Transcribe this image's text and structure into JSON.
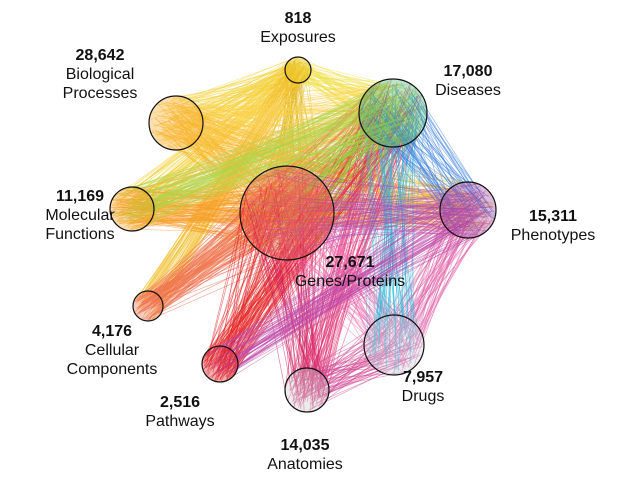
{
  "nodes": [
    {
      "id": "exposures",
      "count": "818",
      "label": [
        "Exposures"
      ],
      "color": "#e6c21a"
    },
    {
      "id": "biological-processes",
      "count": "28,642",
      "label": [
        "Biological",
        "Processes"
      ],
      "color": "#f7a41c"
    },
    {
      "id": "diseases",
      "count": "17,080",
      "label": [
        "Diseases"
      ],
      "color": "#3cb371"
    },
    {
      "id": "molecular-functions",
      "count": "11,169",
      "label": [
        "Molecular",
        "Functions"
      ],
      "color": "#f59a1e"
    },
    {
      "id": "genes-proteins",
      "count": "27,671",
      "label": [
        "Genes/Proteins"
      ],
      "color": "#e94b3c"
    },
    {
      "id": "phenotypes",
      "count": "15,311",
      "label": [
        "Phenotypes"
      ],
      "color": "#9b3f9b"
    },
    {
      "id": "cellular-components",
      "count": "4,176",
      "label": [
        "Cellular",
        "Components"
      ],
      "color": "#ef6a4a"
    },
    {
      "id": "pathways",
      "count": "2,516",
      "label": [
        "Pathways"
      ],
      "color": "#e01010"
    },
    {
      "id": "drugs",
      "count": "7,957",
      "label": [
        "Drugs"
      ],
      "color": "#c8c8d8"
    },
    {
      "id": "anatomies",
      "count": "14,035",
      "label": [
        "Anatomies"
      ],
      "color": "#c8c8c8"
    }
  ],
  "edges": [
    {
      "from": "exposures",
      "to": "genes-proteins",
      "color": "#d8b21c"
    },
    {
      "from": "exposures",
      "to": "biological-processes",
      "color": "#f2d23a"
    },
    {
      "from": "exposures",
      "to": "diseases",
      "color": "#f0e04a"
    },
    {
      "from": "exposures",
      "to": "molecular-functions",
      "color": "#f5d13a"
    },
    {
      "from": "exposures",
      "to": "cellular-components",
      "color": "#f3c030"
    },
    {
      "from": "biological-processes",
      "to": "genes-proteins",
      "color": "#f9b12a"
    },
    {
      "from": "biological-processes",
      "to": "diseases",
      "color": "#fbd24a"
    },
    {
      "from": "biological-processes",
      "to": "phenotypes",
      "color": "#f7c040"
    },
    {
      "from": "molecular-functions",
      "to": "genes-proteins",
      "color": "#f7931e"
    },
    {
      "from": "molecular-functions",
      "to": "phenotypes",
      "color": "#f5a030"
    },
    {
      "from": "molecular-functions",
      "to": "diseases",
      "color": "#f8b840"
    },
    {
      "from": "cellular-components",
      "to": "genes-proteins",
      "color": "#ee6a4a"
    },
    {
      "from": "cellular-components",
      "to": "diseases",
      "color": "#f07a50"
    },
    {
      "from": "pathways",
      "to": "genes-proteins",
      "color": "#e01818"
    },
    {
      "from": "pathways",
      "to": "diseases",
      "color": "#e82a2a"
    },
    {
      "from": "anatomies",
      "to": "genes-proteins",
      "color": "#d0185a"
    },
    {
      "from": "anatomies",
      "to": "diseases",
      "color": "#e03070"
    },
    {
      "from": "anatomies",
      "to": "drugs",
      "color": "#d04090"
    },
    {
      "from": "drugs",
      "to": "genes-proteins",
      "color": "#f070b0"
    },
    {
      "from": "drugs",
      "to": "phenotypes",
      "color": "#e060a8"
    },
    {
      "from": "drugs",
      "to": "diseases",
      "color": "#30b8d8"
    },
    {
      "from": "diseases",
      "to": "genes-proteins",
      "color": "#8ccf3a"
    },
    {
      "from": "diseases",
      "to": "phenotypes",
      "color": "#3a7fe0"
    },
    {
      "from": "diseases",
      "to": "molecular-functions",
      "color": "#a8d84a"
    },
    {
      "from": "phenotypes",
      "to": "genes-proteins",
      "color": "#b050b8"
    },
    {
      "from": "phenotypes",
      "to": "pathways",
      "color": "#c048a8"
    },
    {
      "from": "genes-proteins",
      "to": "genes-proteins",
      "color": "#e96060"
    }
  ]
}
